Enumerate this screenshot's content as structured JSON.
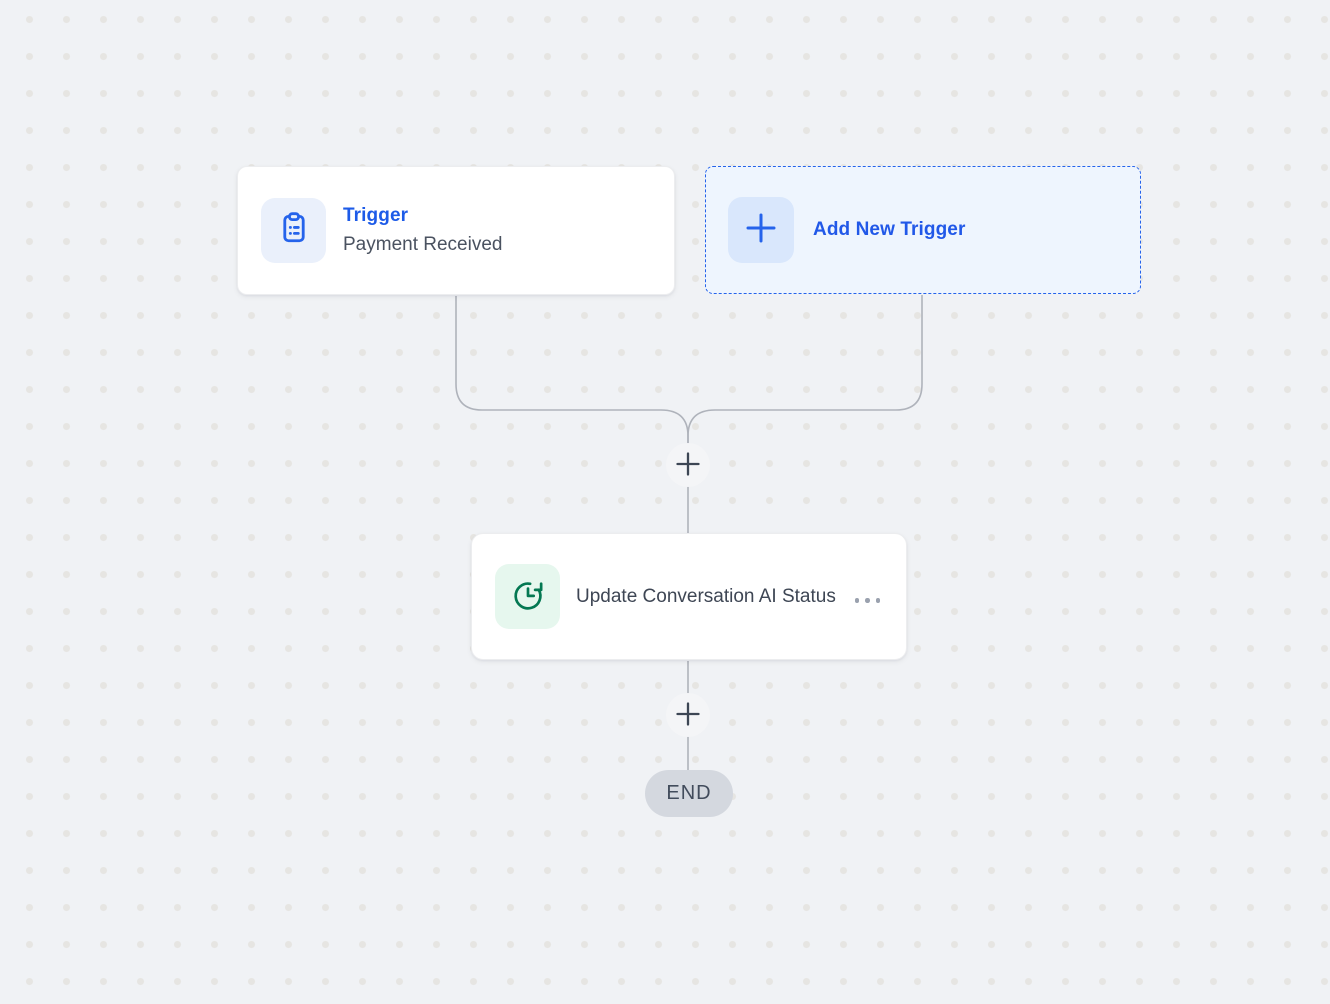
{
  "canvas": {
    "background": "#F0F2F5",
    "dot_color": "#E6E5E2",
    "connector_color": "#AFB3BB"
  },
  "colors": {
    "accent_blue": "#2563EB",
    "accent_green": "#047852",
    "card_white": "#FFFFFF",
    "add_trigger_bg": "#EEF5FE",
    "trigger_icon_bg": "#EAF0FB",
    "action_icon_bg": "#E6F7EE",
    "end_pill_bg": "#D4D8DF"
  },
  "nodes": {
    "trigger_card": {
      "title": "Trigger",
      "subtitle": "Payment Received",
      "icon": "clipboard-list-icon"
    },
    "add_trigger_card": {
      "label": "Add New Trigger",
      "icon": "plus-icon"
    },
    "action_card": {
      "title": "Update Conversation AI Status",
      "icon": "clock-history-icon",
      "menu_icon": "ellipsis-icon"
    },
    "end_node": {
      "label": "END"
    },
    "add_step_symbol": "+"
  }
}
